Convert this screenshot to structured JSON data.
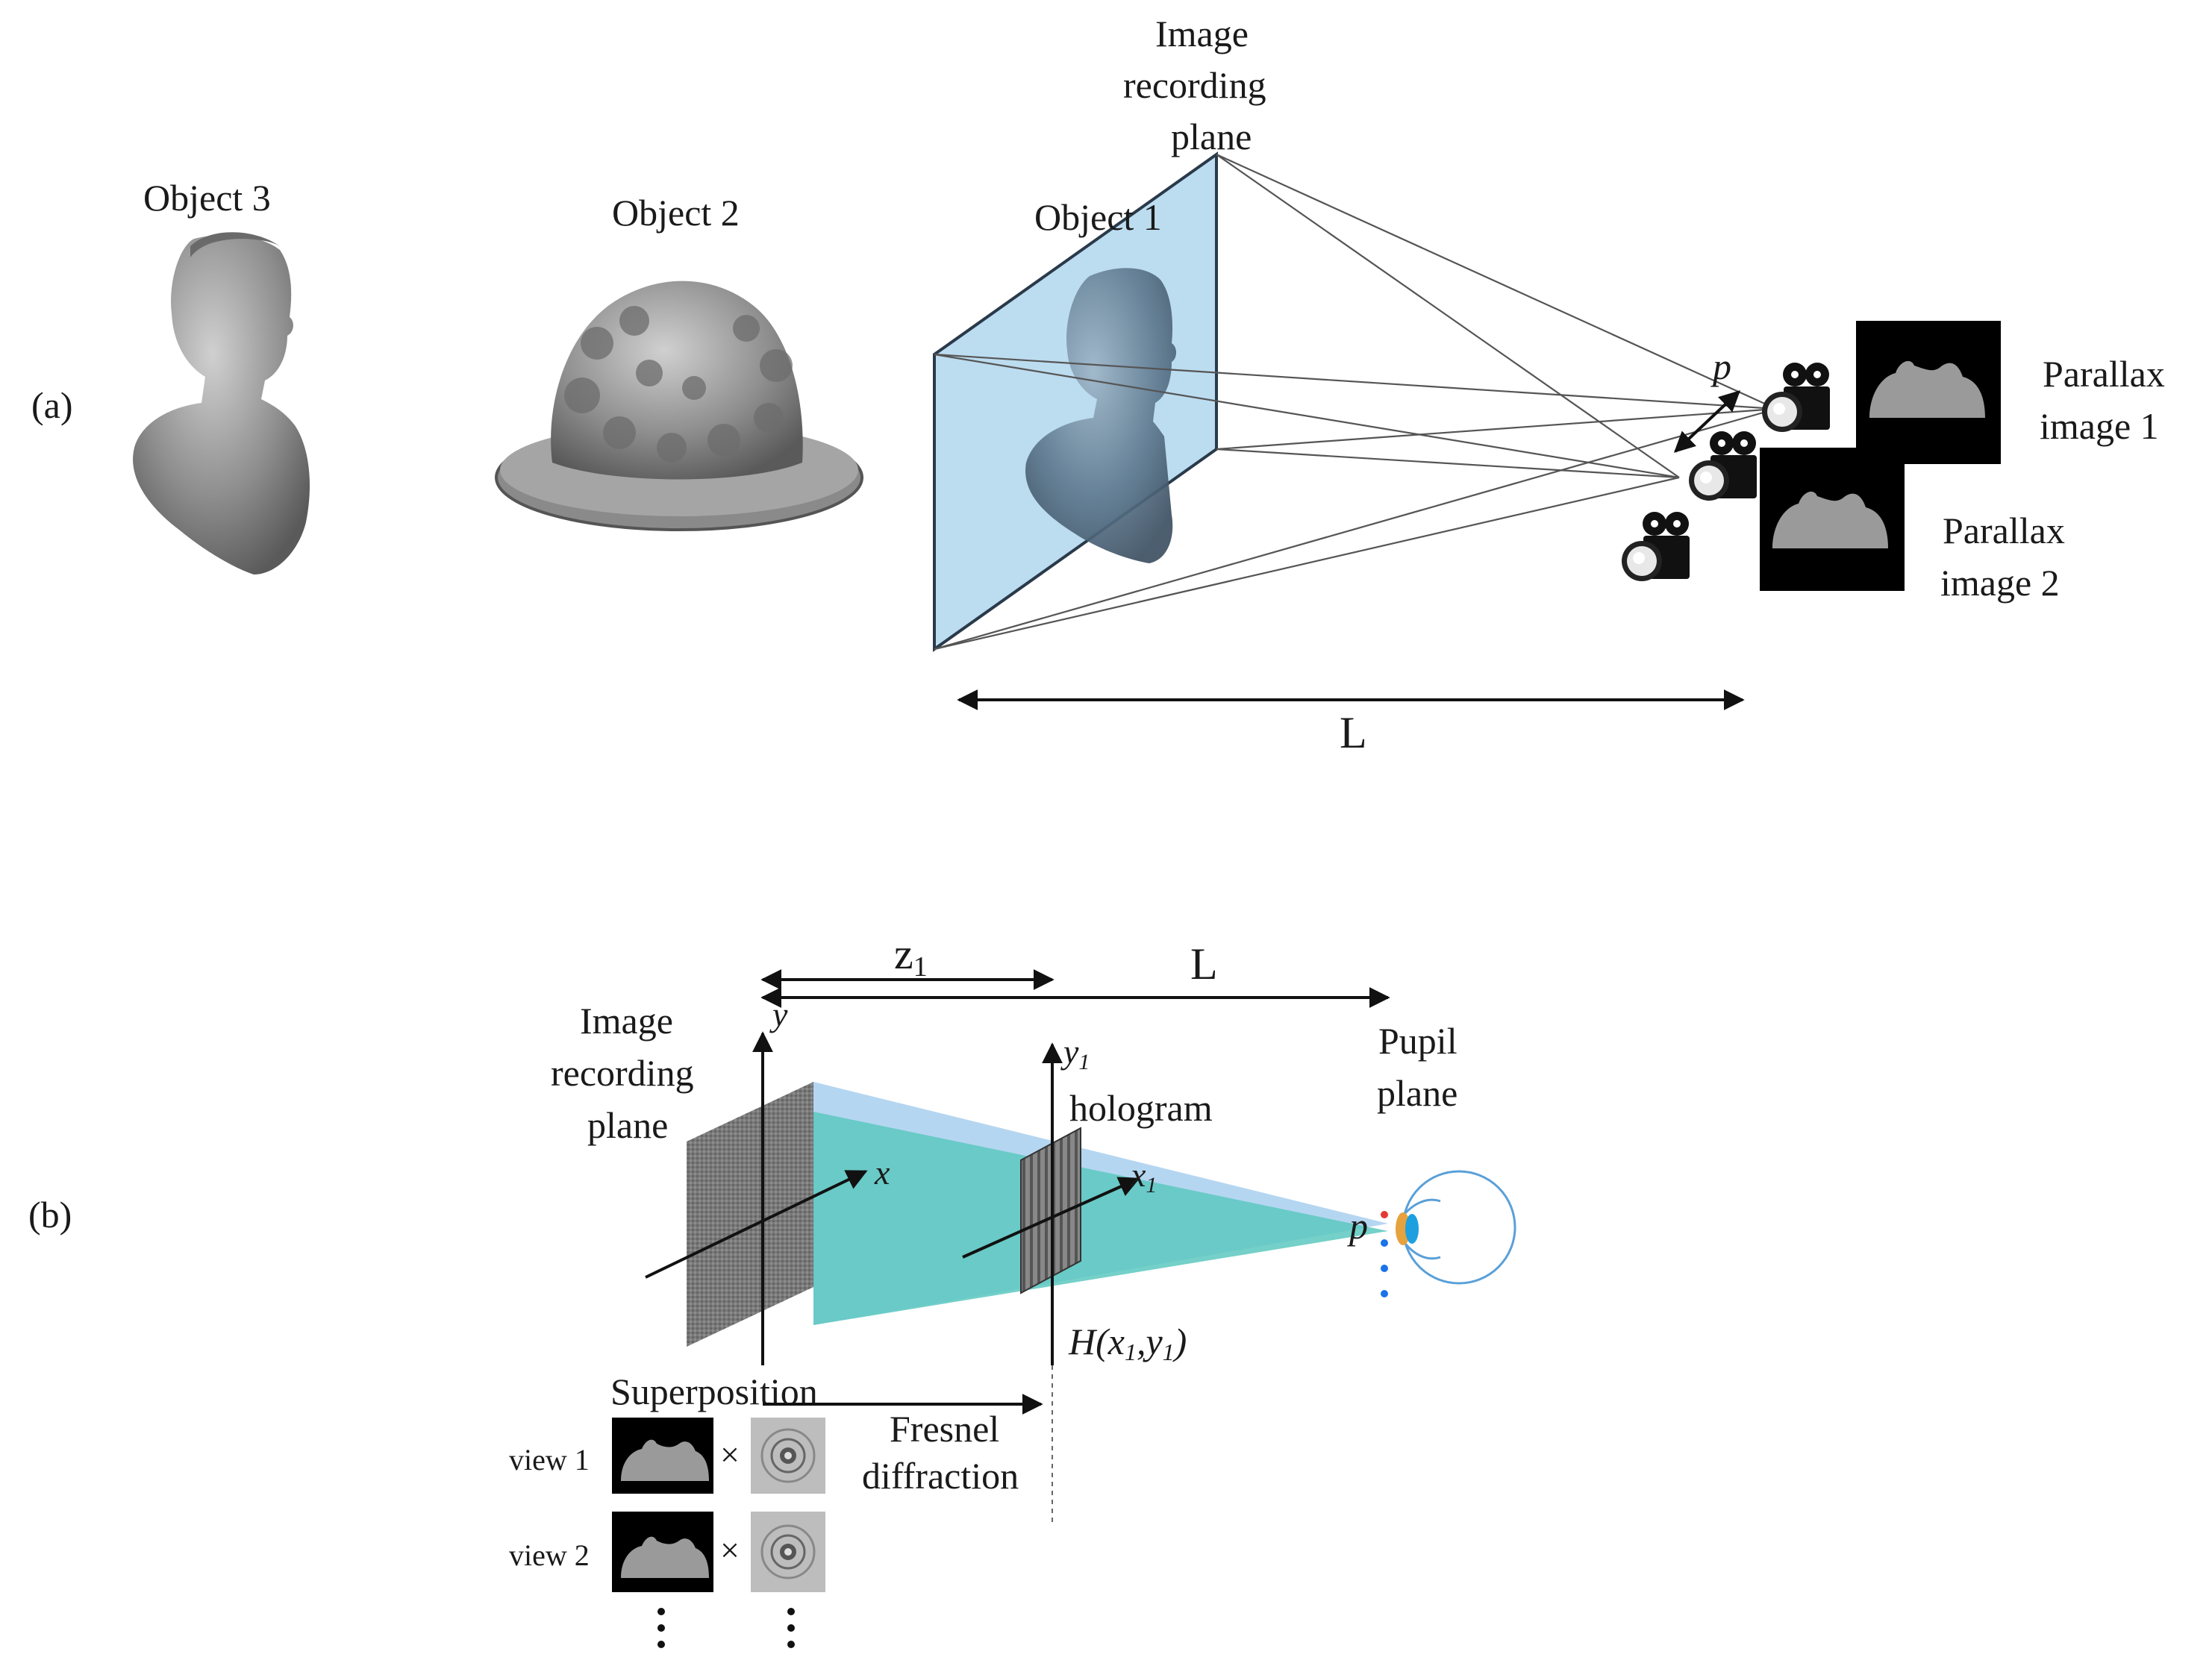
{
  "panel_a": {
    "label": "(a)",
    "object3": "Object 3",
    "object2": "Object 2",
    "object1": "Object 1",
    "recording_plane": [
      "Image",
      "recording",
      "plane"
    ],
    "pitch": "p",
    "parallax1": [
      "Parallax",
      "image  1"
    ],
    "parallax2": [
      "Parallax",
      "image  2"
    ],
    "distance": "L"
  },
  "panel_b": {
    "label": "(b)",
    "z1": "z1",
    "z1_main": "z",
    "z1_sub": "1",
    "distance": "L",
    "recording_plane": [
      "Image",
      "recording",
      "plane"
    ],
    "axis_y": "y",
    "axis_x": "x",
    "axis_y1": "y",
    "axis_y1_sub": "1",
    "axis_x1": "x",
    "axis_x1_sub": "1",
    "hologram": "hologram",
    "pupil_plane": [
      "Pupil",
      "plane"
    ],
    "pitch": "p",
    "h_func": "H(x",
    "h_func_sub1": "1",
    "h_func_mid": ",y",
    "h_func_sub2": "1",
    "h_func_end": ")",
    "superposition": "Superposition",
    "fresnel": [
      "Fresnel",
      "diffraction"
    ],
    "view1": "view 1",
    "view2": "view 2",
    "times": "×"
  },
  "colors": {
    "plane_fill": "#bcdcf0",
    "plane_edge": "#2a3a4a",
    "teal_beam": "#5cc8c0",
    "light_blue_beam": "#a8cfee",
    "eye_outline": "#5aa0d8",
    "pupil_dots": "#1a73e8"
  }
}
